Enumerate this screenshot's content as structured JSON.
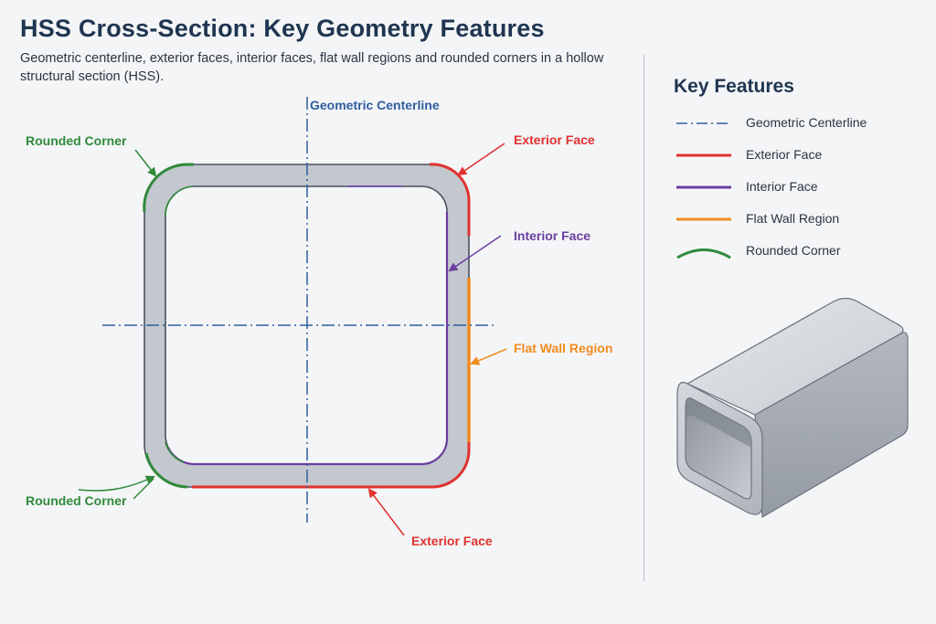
{
  "header": {
    "title": "HSS Cross-Section: Key Geometry Features",
    "subtitle": "Geometric centerline, exterior faces, interior faces, flat wall regions and rounded corners in a hollow structural section (HSS)."
  },
  "diagram": {
    "labels": {
      "centerline": "Geometric Centerline",
      "exterior_top": "Exterior Face",
      "exterior_bottom": "Exterior Face",
      "interior": "Interior Face",
      "flat_wall": "Flat Wall Region",
      "corner_top": "Rounded Corner",
      "corner_bottom": "Rounded Corner"
    }
  },
  "key": {
    "title": "Key Features",
    "items": [
      {
        "label": "Geometric Centerline",
        "color": "#2f5e9e",
        "style": "dashdot"
      },
      {
        "label": "Exterior Face",
        "color": "#e0322f",
        "style": "solid"
      },
      {
        "label": "Interior Face",
        "color": "#6a3fa0",
        "style": "solid"
      },
      {
        "label": "Flat Wall Region",
        "color": "#f08c1e",
        "style": "solid"
      },
      {
        "label": "Rounded Corner",
        "color": "#2f8a3a",
        "style": "arc"
      }
    ]
  },
  "colors": {
    "centerline": "#2f5e9e",
    "exterior": "#e0322f",
    "interior": "#6a3fa0",
    "flat_wall": "#f08c1e",
    "corner": "#2f8a3a",
    "steel": "#c3c7ce",
    "heading": "#1f3550"
  }
}
